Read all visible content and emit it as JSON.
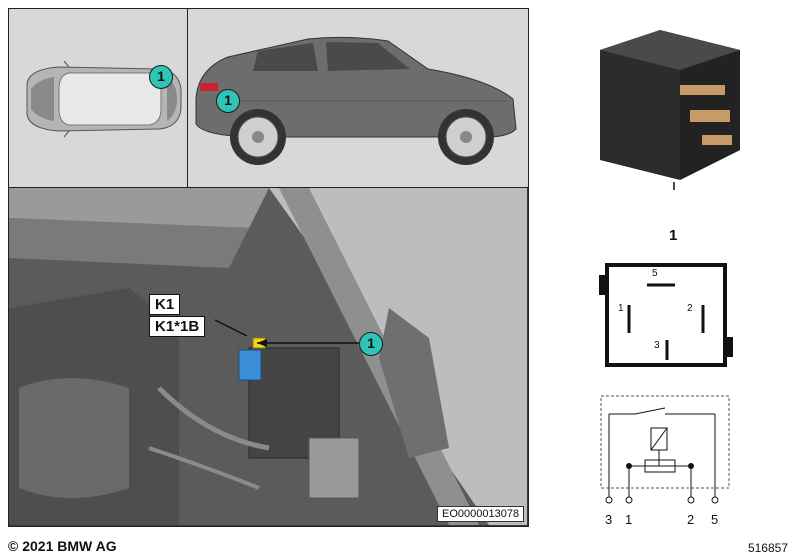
{
  "callouts": {
    "top_view": "1",
    "side_view": "1",
    "detail": "1"
  },
  "labels": {
    "connector_top": "K1",
    "connector_bottom": "K1*1B"
  },
  "reference_code": "EO0000013078",
  "relay": {
    "number": "1",
    "pinout": {
      "pin5": "5",
      "pin1": "1",
      "pin2": "2",
      "pin3": "3"
    },
    "circuit_terminals": [
      "3",
      "1",
      "2",
      "5"
    ]
  },
  "footer": {
    "copyright": "© 2021 BMW AG",
    "image_id": "516857"
  },
  "colors": {
    "callout": "#2ec4b6",
    "connector": "#3a8fd8",
    "highlight": "#f2d21a"
  }
}
